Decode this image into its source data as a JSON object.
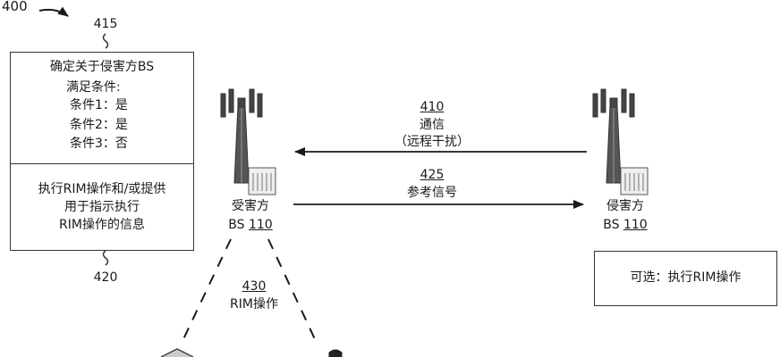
{
  "figure": {
    "number": "400"
  },
  "decision_box": {
    "ref": "415",
    "lines": [
      "确定关于侵害方BS",
      "满足条件:",
      "条件1：是",
      "条件2：是",
      "条件3：否"
    ]
  },
  "action_box": {
    "ref": "420",
    "lines": [
      "执行RIM操作和/或提供",
      "用于指示执行",
      "RIM操作的信息"
    ]
  },
  "victim_bs": {
    "label": "受害方",
    "prefix": "BS",
    "ref": "110"
  },
  "aggressor_bs": {
    "label": "侵害方",
    "prefix": "BS",
    "ref": "110"
  },
  "arrow_410": {
    "ref": "410",
    "label": "通信",
    "sublabel": "（远程干扰）"
  },
  "arrow_425": {
    "ref": "425",
    "label": "参考信号"
  },
  "rim_430": {
    "ref": "430",
    "label": "RIM操作"
  },
  "optional_box": {
    "label": "可选：执行RIM操作"
  }
}
